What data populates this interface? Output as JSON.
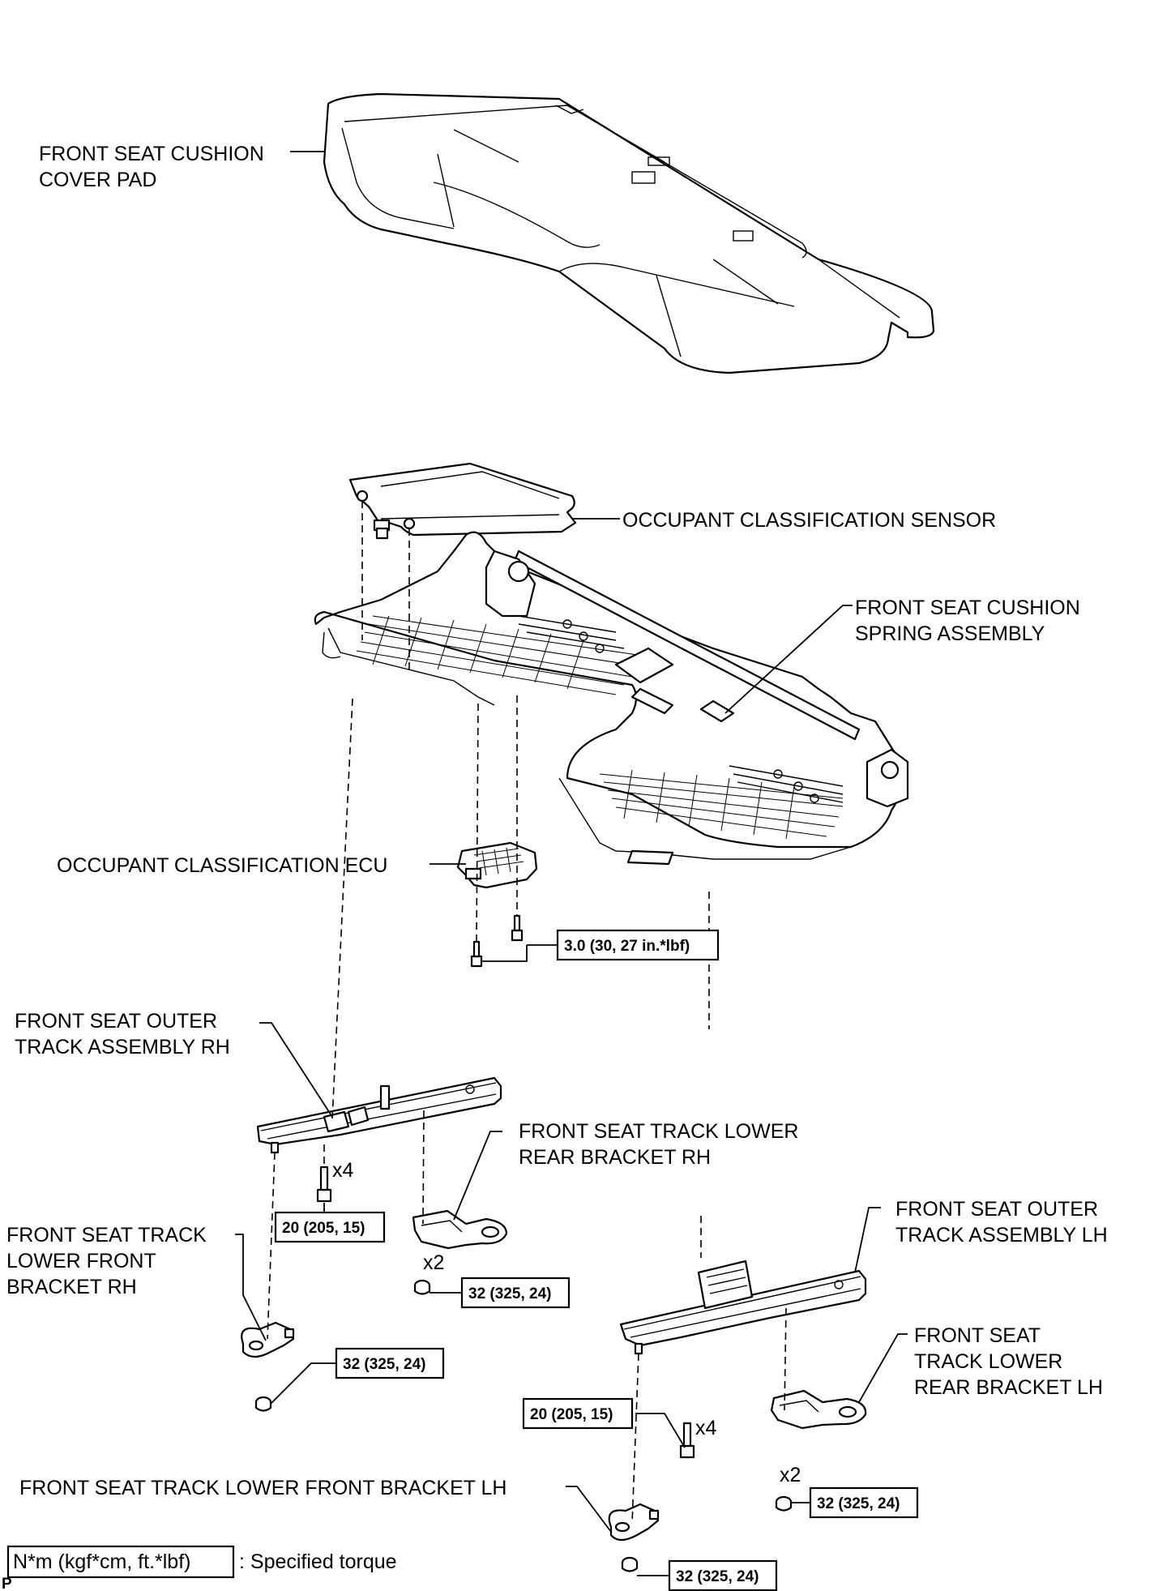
{
  "labels": {
    "cushion_cover_line1": "FRONT SEAT CUSHION",
    "cushion_cover_line2": "COVER PAD",
    "occupant_sensor": "OCCUPANT CLASSIFICATION SENSOR",
    "spring_assembly_line1": "FRONT SEAT CUSHION",
    "spring_assembly_line2": "SPRING ASSEMBLY",
    "occupant_ecu": "OCCUPANT CLASSIFICATION ECU",
    "outer_track_rh_line1": "FRONT SEAT OUTER",
    "outer_track_rh_line2": "TRACK ASSEMBLY RH",
    "rear_bracket_rh_line1": "FRONT SEAT TRACK LOWER",
    "rear_bracket_rh_line2": "REAR BRACKET RH",
    "front_bracket_rh_line1": "FRONT SEAT TRACK",
    "front_bracket_rh_line2": "LOWER FRONT",
    "front_bracket_rh_line3": "BRACKET RH",
    "outer_track_lh_line1": "FRONT SEAT OUTER",
    "outer_track_lh_line2": "TRACK ASSEMBLY LH",
    "rear_bracket_lh_line1": "FRONT SEAT",
    "rear_bracket_lh_line2": "TRACK LOWER",
    "rear_bracket_lh_line3": "REAR BRACKET LH",
    "front_bracket_lh": "FRONT SEAT TRACK LOWER FRONT BRACKET LH"
  },
  "torques": {
    "ecu_screw": "3.0 (30, 27 in.*lbf)",
    "rh_track_bolt": "20 (205, 15)",
    "rh_rear_nut": "32 (325, 24)",
    "rh_front_nut": "32 (325, 24)",
    "lh_track_bolt": "20 (205, 15)",
    "lh_rear_nut": "32 (325, 24)",
    "lh_front_nut": "32 (325, 24)"
  },
  "quantities": {
    "rh_bolt_count": "x4",
    "rh_nut_count": "x2",
    "lh_bolt_count": "x4",
    "lh_nut_count": "x2"
  },
  "legend": {
    "unit_box": "N*m (kgf*cm, ft.*lbf)",
    "description": ": Specified torque"
  },
  "corner_mark": "P"
}
